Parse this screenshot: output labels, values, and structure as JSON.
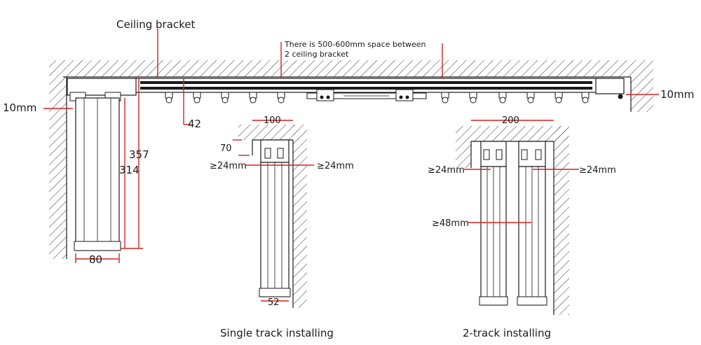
{
  "labels": {
    "ceiling_bracket": "Ceiling bracket",
    "space_note_1": "There is 500-600mm space between",
    "space_note_2": "2 ceiling bracket",
    "left_gap": "10mm",
    "right_gap": "10mm",
    "dim_42": "42",
    "dim_357": "357",
    "dim_314": "314",
    "dim_80": "80",
    "single_width": "100",
    "single_drop": "70",
    "single_left_clear": "≥24mm",
    "single_right_clear": "≥24mm",
    "single_track_width": "52",
    "double_width": "200",
    "double_left_clear": "≥24mm",
    "double_right_clear": "≥24mm",
    "double_between": "≥48mm",
    "caption_single": "Single track installing",
    "caption_double": "2-track installing"
  },
  "colors": {
    "line": "#1a1a1a",
    "dimension": "#d62020",
    "hatch": "#333333"
  }
}
